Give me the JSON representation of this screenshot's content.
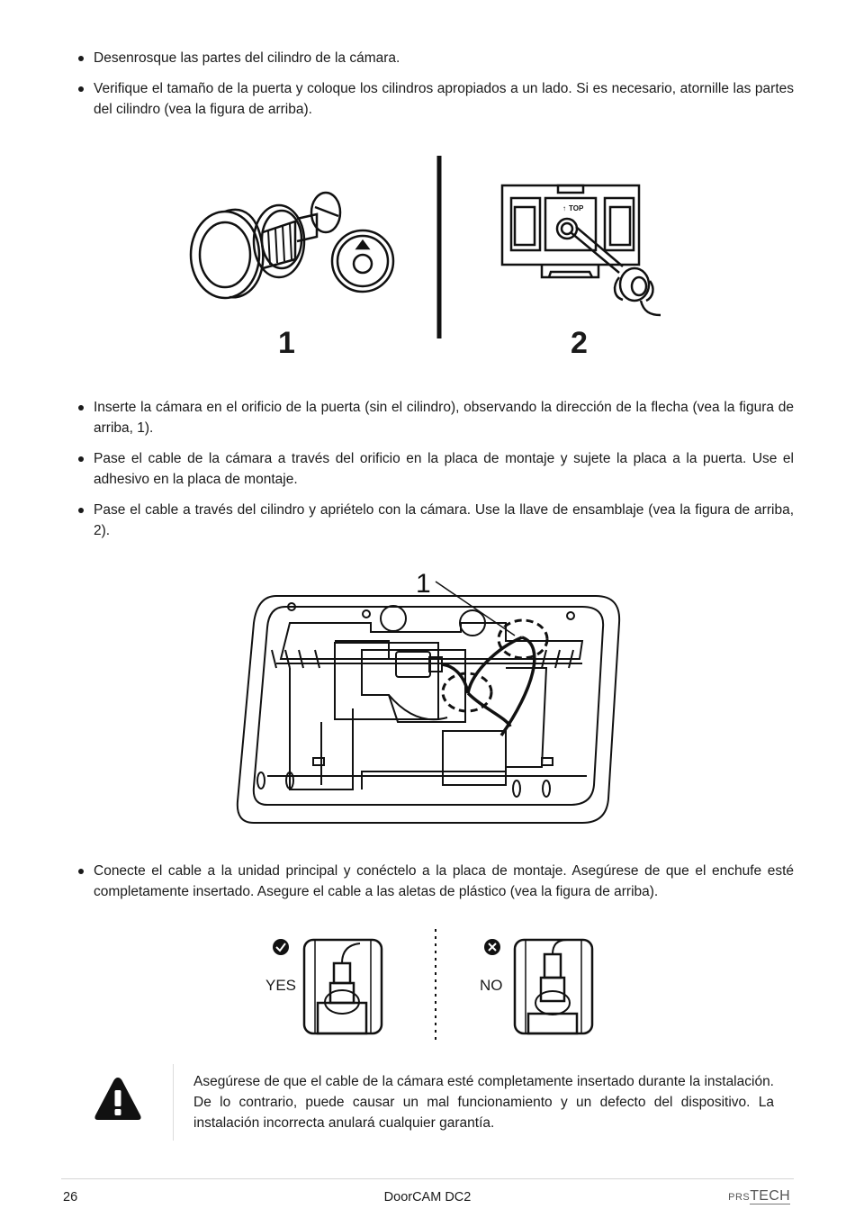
{
  "bullets_top": [
    "Desenrosque las partes del cilindro de la cámara.",
    "Verifique el tamaño de la puerta y coloque los cilindros apropiados a un lado. Si es necesario, atornille las partes del cilindro (vea la figura de arriba)."
  ],
  "figure1": {
    "label_1": "1",
    "label_2": "2",
    "top_mark": "TOP"
  },
  "bullets_middle": [
    "Inserte la cámara en el orificio de la puerta (sin el cilindro), observando la dirección de la flecha (vea la figura de arriba, 1).",
    "Pase el cable de la cámara a través del orificio en la placa de montaje y sujete la placa a la puerta. Use el adhesivo en la placa de montaje.",
    "Pase el cable a través del cilindro y apriételo con la cámara. Use la llave de ensamblaje (vea la figura de arriba, 2)."
  ],
  "figure2": {
    "callout": "1"
  },
  "bullets_bottom": [
    "Conecte el cable a la unidad principal y conéctelo a la placa de montaje. Asegúrese de que el enchufe esté completamente insertado. Asegure el cable a las aletas de plástico (vea la figura de arriba)."
  ],
  "figure3": {
    "yes_label": "YES",
    "no_label": "NO"
  },
  "warning": {
    "icon": "warning-triangle-icon",
    "text": "Asegúrese de que el cable de la cámara esté completamente insertado durante la instalación. De lo contrario, puede causar un mal funcionamiento y un defecto del dispositivo. La instalación incorrecta anulará cualquier garantía."
  },
  "footer": {
    "page_number": "26",
    "model": "DoorCAM DC2",
    "logo_small": "PRS",
    "logo_big": "TECH"
  }
}
